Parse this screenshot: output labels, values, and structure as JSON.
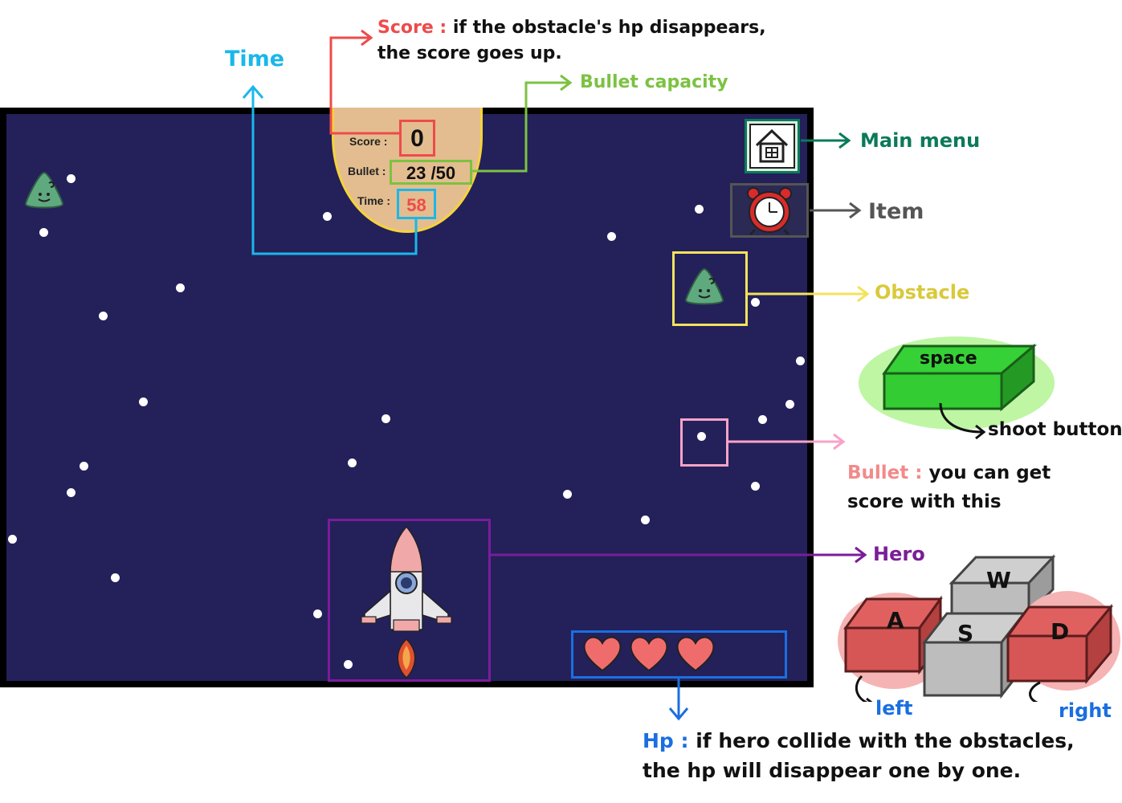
{
  "hud": {
    "score_label": "Score :",
    "score_value": "0",
    "bullet_label": "Bullet :",
    "bullet_value": "23 /50",
    "time_label": "Time :",
    "time_value": "58"
  },
  "annotations": {
    "time": "Time",
    "score_prefix": "Score :",
    "score_text_1": " if the obstacle's hp disappears,",
    "score_text_2": "the score goes up.",
    "bullet_capacity": "Bullet capacity",
    "main_menu": "Main menu",
    "item": "Item",
    "obstacle": "Obstacle",
    "space_key": "space",
    "shoot_button": "shoot button.",
    "bullet_prefix": "Bullet :",
    "bullet_text_1": " you can get",
    "bullet_text_2": "score with this",
    "hero": "Hero",
    "hp_prefix": "Hp :",
    "hp_text_1": " if hero collide with the obstacles,",
    "hp_text_2": "the hp will disappear one by one.",
    "key_w": "W",
    "key_a": "A",
    "key_s": "S",
    "key_d": "D",
    "left": "left",
    "right": "right"
  },
  "hp_hearts": 3,
  "colors": {
    "space_bg": "#24205a",
    "score": "#ee4b4b",
    "time": "#1ab7ea",
    "bullet_capacity": "#7cc242",
    "main_menu": "#0b7a5a",
    "item": "#555555",
    "obstacle": "#f3e35c",
    "bullet": "#f7a3c8",
    "hero": "#7a1d99",
    "hp": "#1a6fe0"
  },
  "icons": [
    "home-icon",
    "alarm-clock-item-icon",
    "obstacle-slime-icon",
    "rocket-hero-icon",
    "heart-icon"
  ]
}
